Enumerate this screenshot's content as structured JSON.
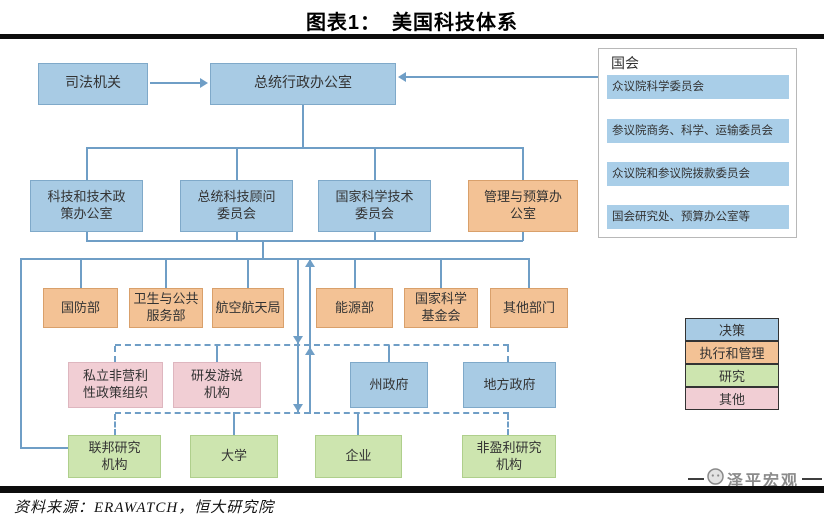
{
  "header": {
    "title": "图表1：　美国科技体系"
  },
  "colors": {
    "blue": "#A8CBE4",
    "blue-border": "#7FA9C9",
    "blue-light": "#A9CEE8",
    "orange": "#F3C295",
    "orange-border": "#D9A06B",
    "green": "#CDE5AF",
    "green-border": "#AFCF8C",
    "pink": "#F1CED4",
    "pink-border": "#DEB6BF",
    "line": "#6F9EC6",
    "panel-border": "#B8B8B8"
  },
  "congress": {
    "title": "国会",
    "items": [
      {
        "label": "众议院科学委员会"
      },
      {
        "label": "参议院商务、科学、运输委员会"
      },
      {
        "label": "众议院和参议院拨款委员会"
      },
      {
        "label": "国会研究处、预算办公室等"
      }
    ]
  },
  "nodes": {
    "judiciary": "司法机关",
    "epo": "总统行政办公室",
    "ostp": "科技和技术政\n策办公室",
    "pcast": "总统科技顾问\n委员会",
    "nstc": "国家科学技术\n委员会",
    "omb": "管理与预算办\n公室",
    "dod": "国防部",
    "hhs": "卫生与公共\n服务部",
    "nasa": "航空航天局",
    "doe": "能源部",
    "nsf": "国家科学\n基金会",
    "other_depts": "其他部门",
    "private_policy_org": "私立非营利\n性政策组织",
    "rd_lobby": "研发游说\n机构",
    "state_gov": "州政府",
    "local_gov": "地方政府",
    "federal_research": "联邦研究\n机构",
    "university": "大学",
    "enterprise": "企业",
    "nonprofit_research": "非盈利研究\n机构"
  },
  "legend": {
    "items": [
      {
        "label": "决策",
        "color": "#A8CBE4"
      },
      {
        "label": "执行和管理",
        "color": "#F3C295"
      },
      {
        "label": "研究",
        "color": "#CDE5AF"
      },
      {
        "label": "其他",
        "color": "#F1CED4"
      }
    ]
  },
  "footer": {
    "source": "资料来源：ERAWATCH，恒大研究院"
  },
  "watermark": {
    "label": "泽平宏观"
  }
}
